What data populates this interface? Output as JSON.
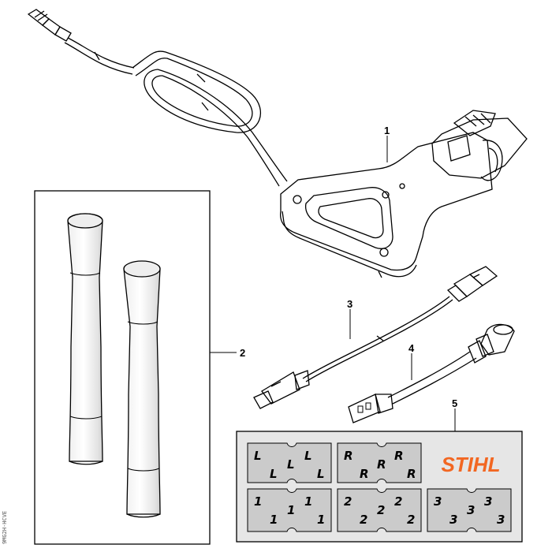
{
  "callouts": {
    "part1": "1",
    "part2": "2",
    "part3": "3",
    "part4": "4",
    "part5": "5"
  },
  "sticker_sheet": {
    "row1": [
      {
        "glyph": "L"
      },
      {
        "glyph": "R"
      }
    ],
    "row2": [
      {
        "glyph": "1"
      },
      {
        "glyph": "2"
      },
      {
        "glyph": "3"
      }
    ],
    "logo": "STIHL"
  },
  "side_code": "9MG2H-HCVE",
  "colors": {
    "logo": "#f26722",
    "sticker_fill": "#cbcbcb",
    "sheet_fill": "#e6e6e6"
  }
}
